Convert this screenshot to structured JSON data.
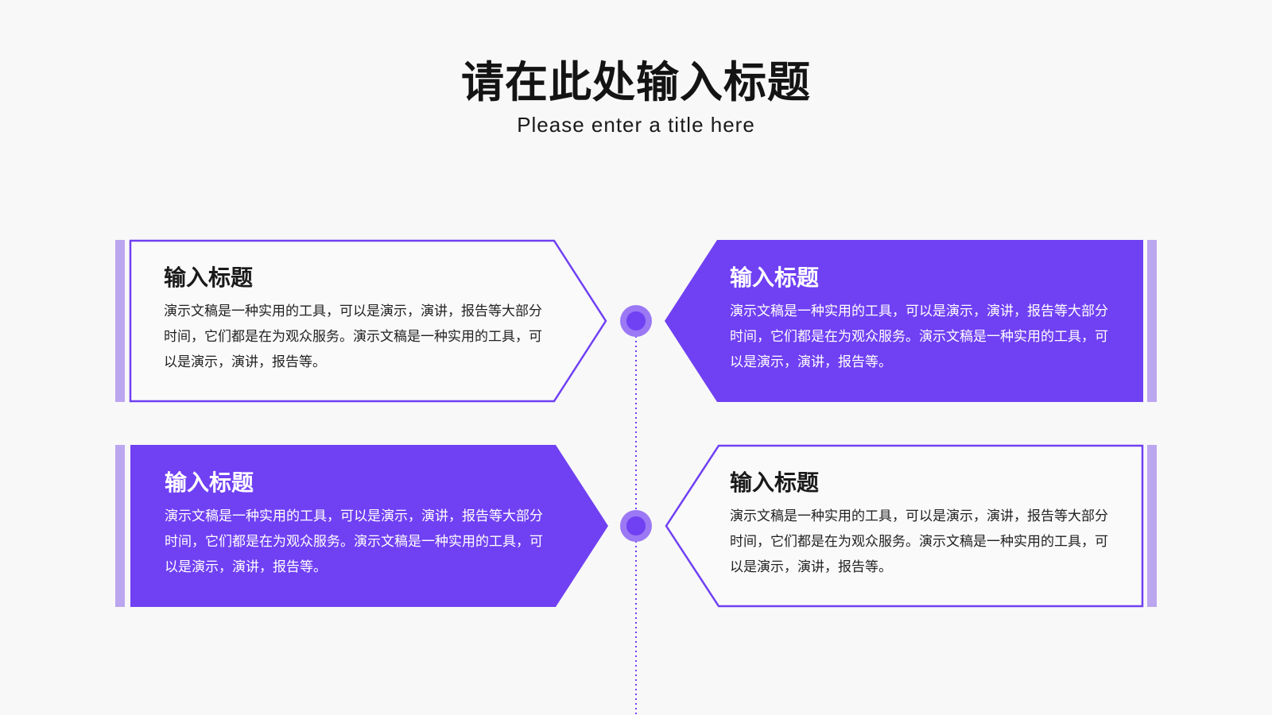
{
  "header": {
    "title": "请在此处输入标题",
    "subtitle": "Please enter a title here"
  },
  "colors": {
    "primary": "#7040f3",
    "accent_bar": "#bca6f0",
    "node_outer": "#9b78f4",
    "background": "#f8f8f8"
  },
  "cards": [
    {
      "heading": "输入标题",
      "body": "演示文稿是一种实用的工具，可以是演示，演讲，报告等大部分时间，它们都是在为观众服务。演示文稿是一种实用的工具，可以是演示，演讲，报告等。",
      "style": "outline"
    },
    {
      "heading": "输入标题",
      "body": "演示文稿是一种实用的工具，可以是演示，演讲，报告等大部分时间，它们都是在为观众服务。演示文稿是一种实用的工具，可以是演示，演讲，报告等。",
      "style": "filled"
    },
    {
      "heading": "输入标题",
      "body": "演示文稿是一种实用的工具，可以是演示，演讲，报告等大部分时间，它们都是在为观众服务。演示文稿是一种实用的工具，可以是演示，演讲，报告等。",
      "style": "filled"
    },
    {
      "heading": "输入标题",
      "body": "演示文稿是一种实用的工具，可以是演示，演讲，报告等大部分时间，它们都是在为观众服务。演示文稿是一种实用的工具，可以是演示，演讲，报告等。",
      "style": "outline"
    }
  ]
}
